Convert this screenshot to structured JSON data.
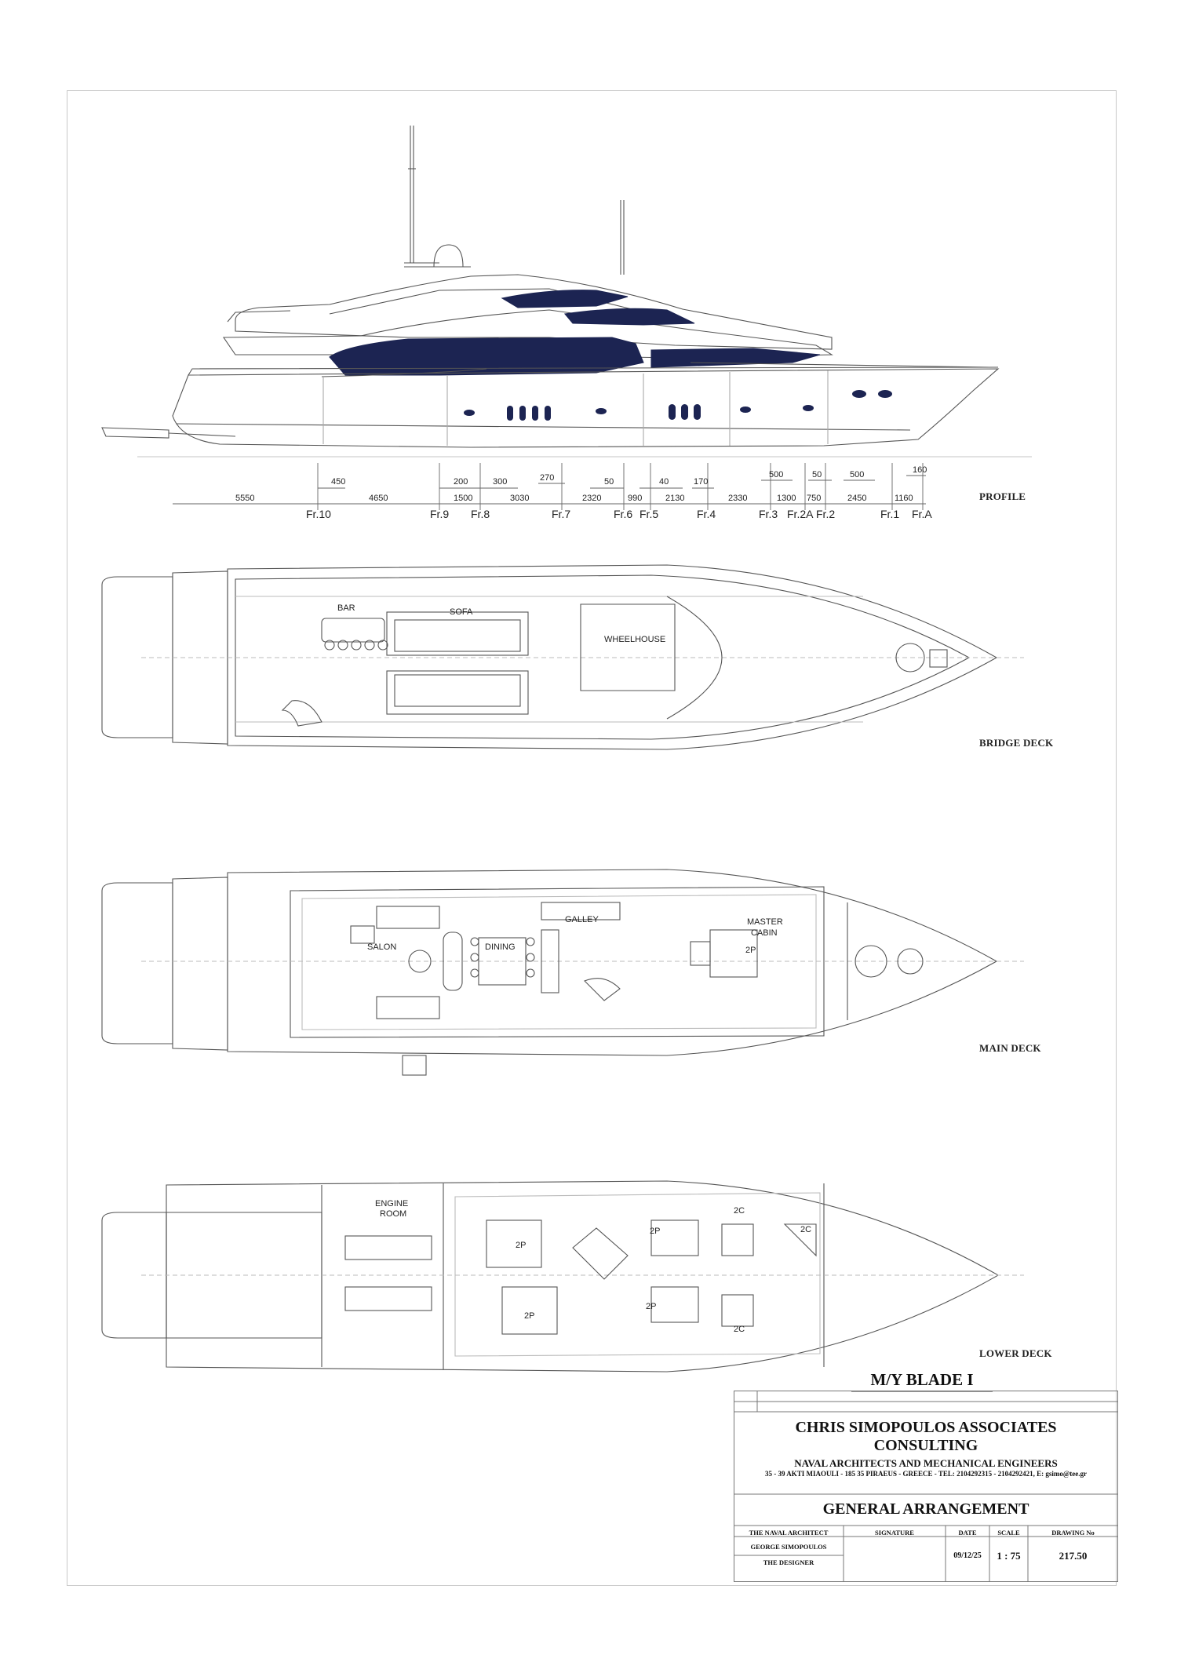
{
  "views": {
    "profile": {
      "label": "PROFILE",
      "upper_dims": [
        "450",
        "200",
        "300",
        "270",
        "50",
        "40",
        "170",
        "500",
        "50",
        "500",
        "160"
      ],
      "lower_dims": [
        "5550",
        "4650",
        "1500",
        "3030",
        "2320",
        "990",
        "2130",
        "2330",
        "1300",
        "750",
        "2450",
        "1160"
      ],
      "frames": [
        "Fr.10",
        "Fr.9",
        "Fr.8",
        "Fr.7",
        "Fr.6",
        "Fr.5",
        "Fr.4",
        "Fr.3",
        "Fr.2A",
        "Fr.2",
        "Fr.1",
        "Fr.A"
      ]
    },
    "bridge": {
      "label": "BRIDGE DECK",
      "rooms": {
        "bar": "BAR",
        "sofa": "SOFA",
        "wheelhouse": "WHEELHOUSE"
      }
    },
    "main": {
      "label": "MAIN DECK",
      "rooms": {
        "salon": "SALON",
        "dining": "DINING",
        "galley": "GALLEY",
        "master1": "MASTER",
        "master2": "CABIN",
        "berth": "2P"
      }
    },
    "lower": {
      "label": "LOWER DECK",
      "rooms": {
        "engine1": "ENGINE",
        "engine2": "ROOM",
        "cabin_a": "2P",
        "cabin_b": "2P",
        "cabin_c": "2P",
        "cabin_d": "2P",
        "cabin_e": "2C",
        "cabin_f": "2C",
        "cabin_g": "2C"
      }
    }
  },
  "project_name": "M/Y BLADE I",
  "title_block": {
    "firm_line1": "CHRIS  SIMOPOULOS ASSOCIATES",
    "firm_line2": "CONSULTING",
    "firm_line3": "NAVAL  ARCHITECTS  AND  MECHANICAL  ENGINEERS",
    "address": "35 - 39  AKTI  MIAOULI - 185 35  PIRAEUS - GREECE - TEL: 2104292315 - 2104292421, E: gsimo@tee.gr",
    "drawing_title": "GENERAL ARRANGEMENT",
    "col_architect": "THE NAVAL ARCHITECT",
    "col_signature": "SIGNATURE",
    "col_date": "DATE",
    "col_scale": "SCALE",
    "col_drawing_no": "DRAWING  No",
    "architect_name": "GEORGE SIMOPOULOS",
    "designer": "THE DESIGNER",
    "date": "09/12/25",
    "scale": "1 : 75",
    "drawing_no": "217.50"
  },
  "colors": {
    "accent_glass": "#1c2452",
    "line": "#555555",
    "frame_border": "#c8c8c8"
  }
}
